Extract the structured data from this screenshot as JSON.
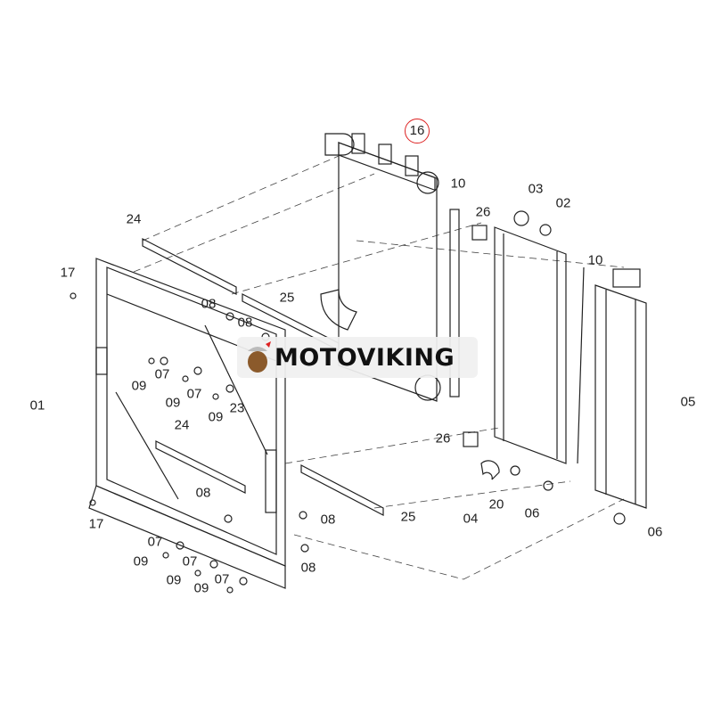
{
  "title": "Radiator assembly parts diagram",
  "highlighted_part": "16",
  "watermark": "MOTOVIKING",
  "labels": [
    "16",
    "10",
    "03",
    "02",
    "26",
    "24",
    "10",
    "17",
    "25",
    "08",
    "08",
    "05",
    "01",
    "09",
    "07",
    "09",
    "07",
    "09",
    "23",
    "24",
    "26",
    "20",
    "04",
    "06",
    "08",
    "17",
    "08",
    "25",
    "06",
    "07",
    "09",
    "07",
    "08",
    "09",
    "07",
    "09"
  ],
  "colors": {
    "line": "#222222",
    "highlight": "#d22222",
    "watermark_bg": "#f0f0f0"
  }
}
